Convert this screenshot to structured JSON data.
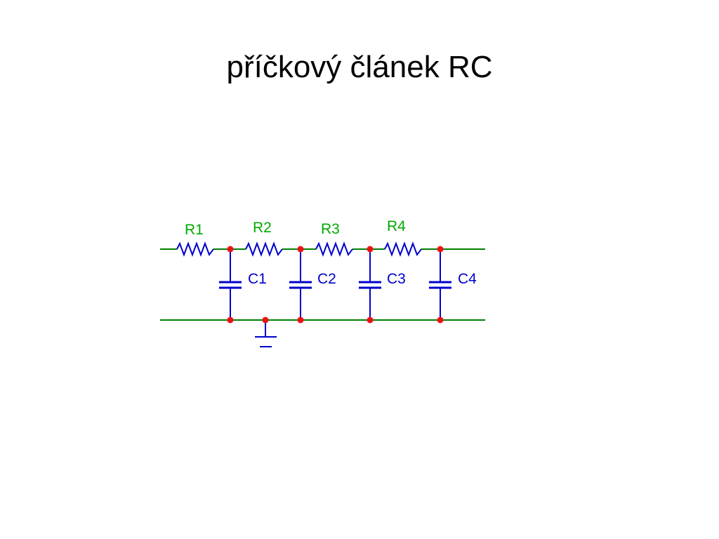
{
  "title": "příčkový článek RC",
  "colors": {
    "wire": "#008000",
    "component": "#0000cc",
    "node": "#ee1111",
    "label_resistor": "#00aa00",
    "label_capacitor": "#0000cc"
  },
  "resistors": [
    {
      "label": "R1"
    },
    {
      "label": "R2"
    },
    {
      "label": "R3"
    },
    {
      "label": "R4"
    }
  ],
  "capacitors": [
    {
      "label": "C1"
    },
    {
      "label": "C2"
    },
    {
      "label": "C3"
    },
    {
      "label": "C4"
    }
  ],
  "ground": {
    "icon": "ground-icon"
  }
}
